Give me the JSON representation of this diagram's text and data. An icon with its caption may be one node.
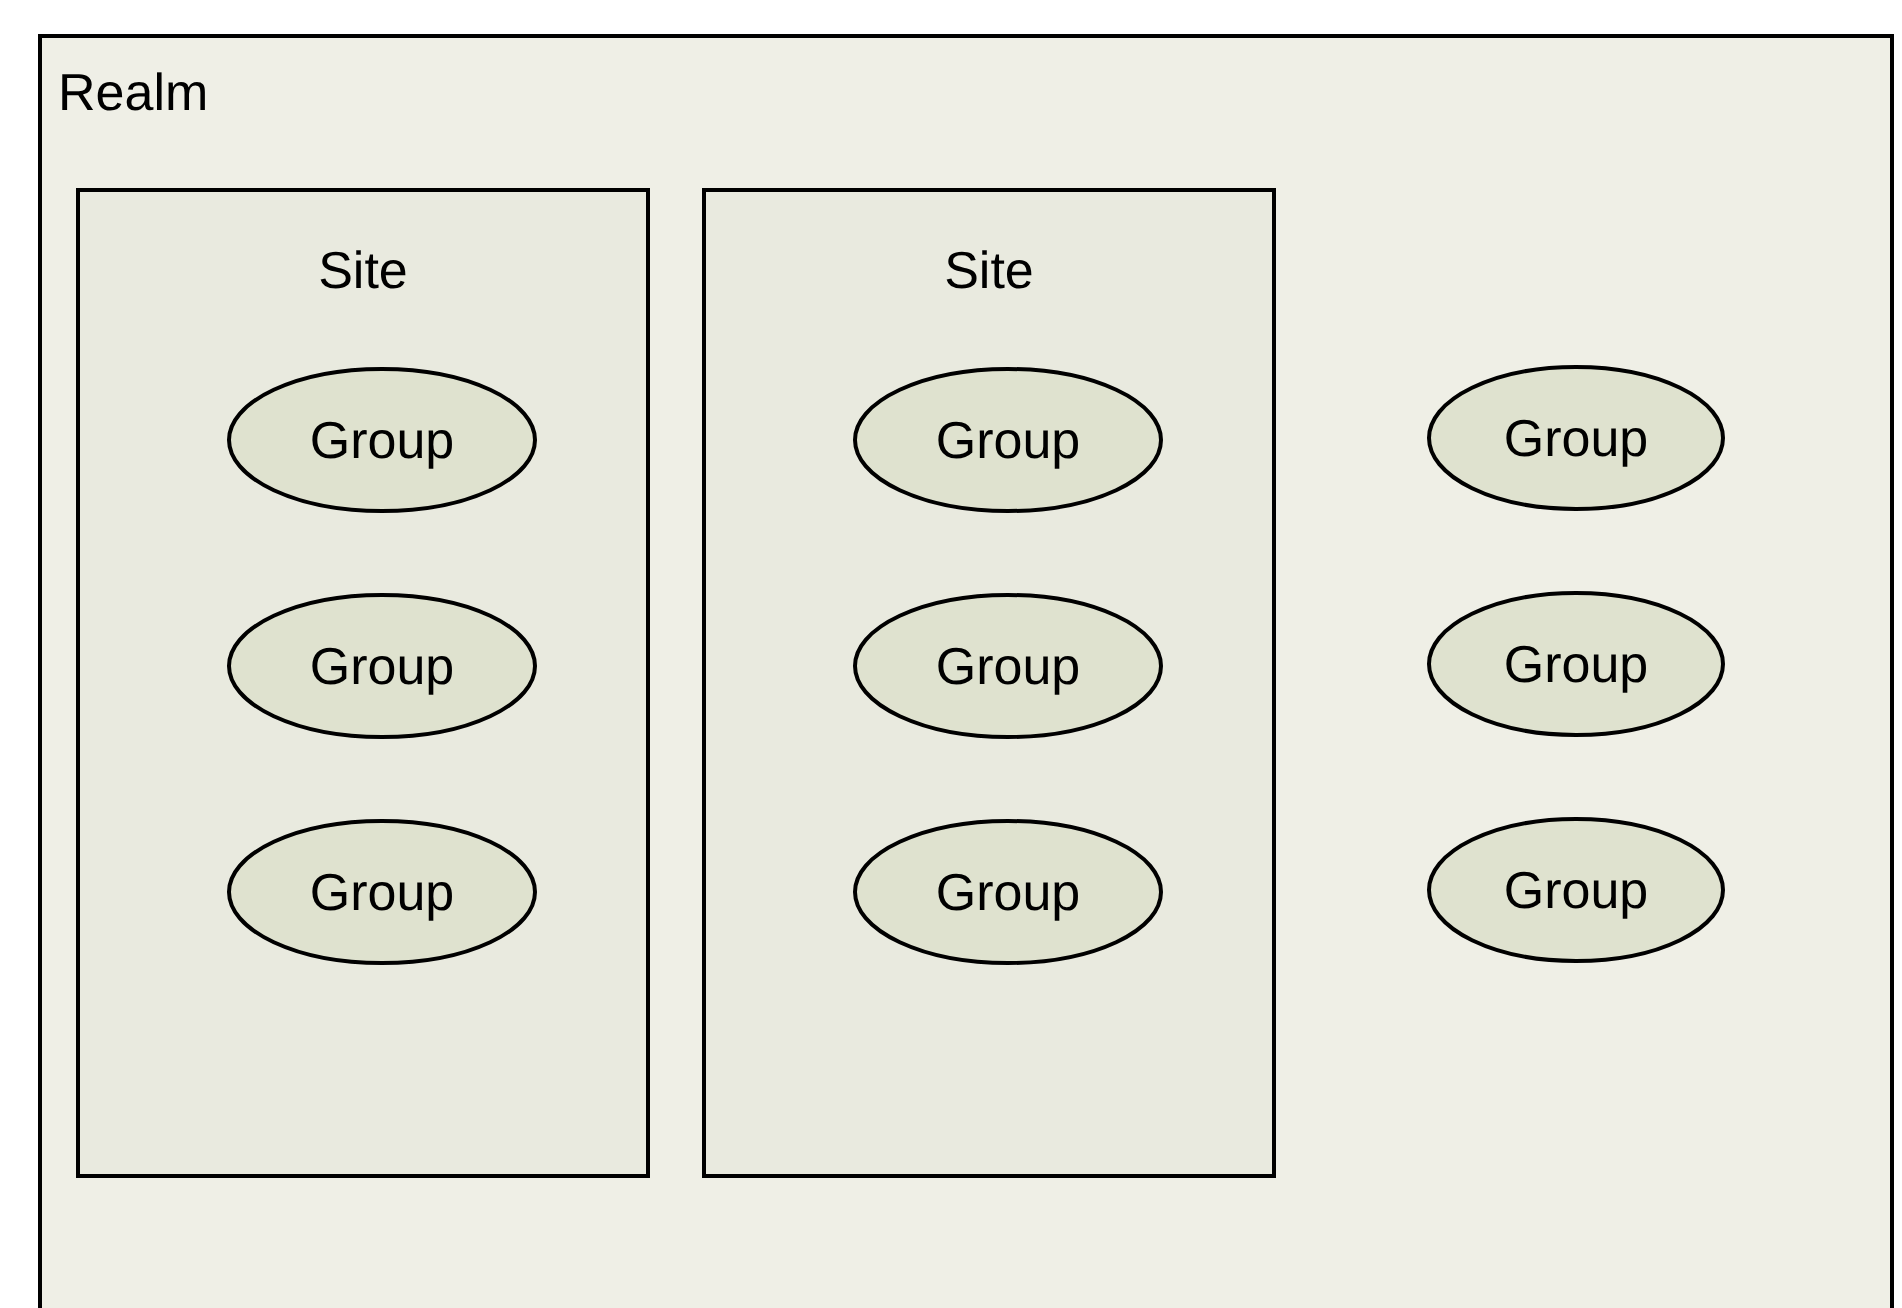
{
  "diagram": {
    "nodes": [
      {
        "text": [
          "Realm"
        ]
      },
      {
        "text": [
          "Site"
        ],
        "in": 0
      },
      {
        "text": [
          "Group"
        ],
        "in": 1
      },
      {
        "text": [
          "Group"
        ],
        "in": 1
      },
      {
        "text": [
          "Group"
        ],
        "in": 1
      },
      {
        "text": [
          "Site"
        ],
        "in": 0
      },
      {
        "text": [
          "Group"
        ],
        "in": 5
      },
      {
        "text": [
          "Group"
        ],
        "in": 5
      },
      {
        "text": [
          "Group"
        ],
        "in": 5
      },
      {
        "text": [
          "Group"
        ],
        "in": 0
      },
      {
        "text": [
          "Group"
        ],
        "in": 0
      },
      {
        "text": [
          "Group"
        ],
        "in": 0
      }
    ],
    "edges": []
  }
}
